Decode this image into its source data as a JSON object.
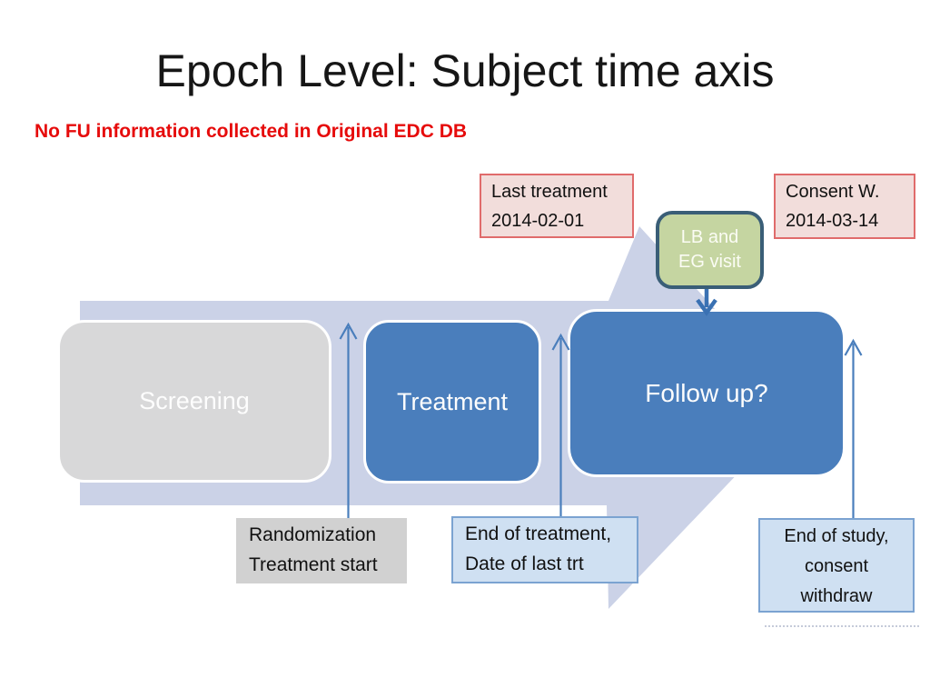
{
  "slide": {
    "title": "Epoch Level: Subject time axis",
    "note": "No FU information collected in Original EDC DB"
  },
  "epochs": {
    "screening": "Screening",
    "treatment": "Treatment",
    "followup": "Follow up?"
  },
  "callouts": {
    "last_treatment": {
      "line1": "Last treatment",
      "line2": "2014-02-01"
    },
    "consent": {
      "line1": "Consent W.",
      "line2": "2014-03-14"
    },
    "lb_visit": {
      "line1": "LB and",
      "line2": "EG visit"
    },
    "randomization": {
      "line1": "Randomization",
      "line2": "Treatment start"
    },
    "end_treatment": {
      "line1": "End of treatment,",
      "line2": "Date of last trt"
    },
    "end_study": {
      "line1": "End of study,",
      "line2": "consent",
      "line3": "withdraw"
    }
  },
  "colors": {
    "title_text": "#161616",
    "warning_red": "#e60b0b",
    "timeline_band": "#cbd2e7",
    "epoch_blue": "#4a7ebc",
    "epoch_gray": "#d8d8d9",
    "lb_green_fill": "#c5d5a1",
    "lb_border": "#3a5e77",
    "pink_fill": "#f2dddb",
    "pink_border": "#e06b6b",
    "gray_callout": "#d1d1d1",
    "blue_callout_fill": "#cfe0f2",
    "blue_callout_border": "#7ba3d1",
    "connector_blue": "#4a7ebc"
  }
}
